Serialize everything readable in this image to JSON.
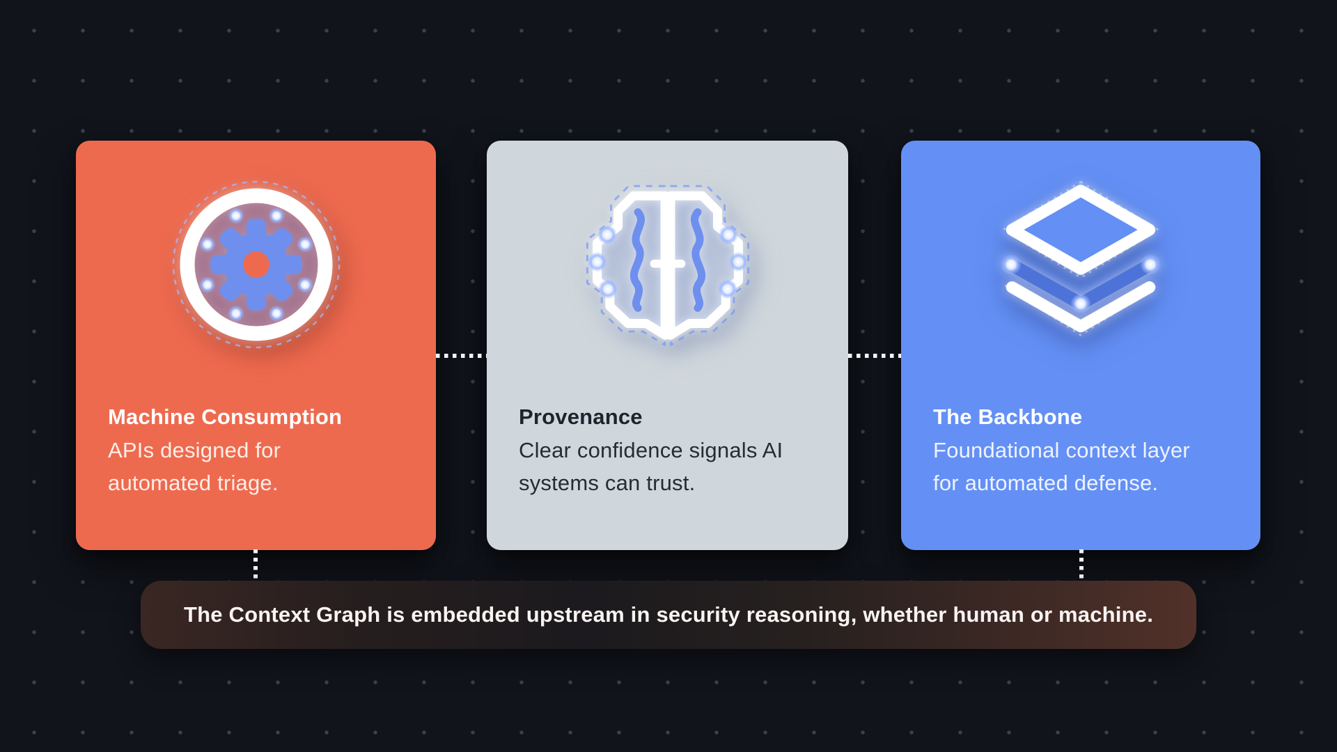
{
  "colors": {
    "page-bg": "#11141b",
    "grid-dot": "#3b414c",
    "card1-bg": "#ee6a4f",
    "card2-bg": "#d0d7dc",
    "card3-bg": "#6490f5",
    "card1-title": "#ffffff",
    "card1-body": "#fceee8",
    "card2-title": "#1d242e",
    "card2-body": "#252c36",
    "card3-title": "#ffffff",
    "card3-body": "#eef3ff",
    "accent-blue": "#6e8fee",
    "band-blue": "#4e73d8",
    "connector": "#f2f3f5",
    "banner-text": "#f8f4f2"
  },
  "cards": [
    {
      "title": "Machine Consumption",
      "body": "APIs designed for\nautomated triage.",
      "icon": "gear-icon"
    },
    {
      "title": "Provenance",
      "body": "Clear confidence signals AI\nsystems can trust.",
      "icon": "brain-circuit-icon"
    },
    {
      "title": "The Backbone",
      "body": "Foundational context layer\nfor automated defense.",
      "icon": "layers-icon"
    }
  ],
  "banner": {
    "text": "The Context Graph is embedded upstream in security reasoning, whether human or machine."
  }
}
